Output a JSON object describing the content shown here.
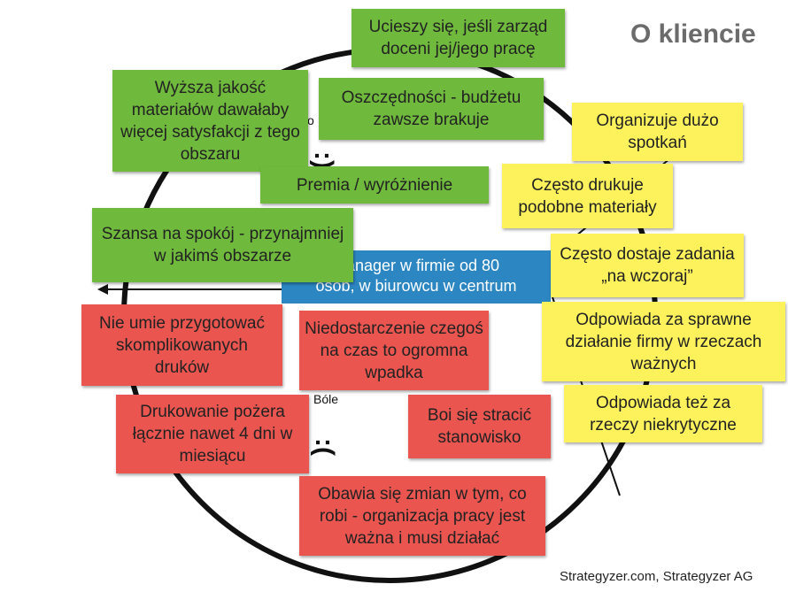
{
  "header": {
    "title": "O kliencie"
  },
  "footer": {
    "credit": "Strategyzer.com, Strategyzer AG"
  },
  "labels": {
    "gains_fragment": "o",
    "pains": "Bóle"
  },
  "profile": {
    "line1": "manager w firmie od 80",
    "line2": "osób, w biurowcu w centrum"
  },
  "gains": [
    "Ucieszy się, jeśli zarząd doceni jej/jego pracę",
    "Wyższa jakość materiałów dawałaby więcej satysfakcji z tego obszaru",
    "Oszczędności - budżetu zawsze brakuje",
    "Premia / wyróżnienie",
    "Szansa na spokój - przynajmniej w jakimś obszarze"
  ],
  "jobs": [
    "Organizuje dużo spotkań",
    "Często drukuje podobne materiały",
    "Często dostaje zadania „na wczoraj”",
    "Odpowiada za sprawne działanie firmy w rzeczach ważnych",
    "Odpowiada też za rzeczy niekrytyczne"
  ],
  "pains": [
    "Nie umie przygotować skomplikowanych druków",
    "Niedostarczenie czegoś na czas to ogromna wpadka",
    "Drukowanie pożera łącznie nawet 4 dni w miesiącu",
    "Boi się stracić stanowisko",
    "Obawia się zmian w tym, co robi - organizacja pracy jest ważna i musi działać"
  ],
  "colors": {
    "gain_note": "#6fba3c",
    "job_note": "#fdf25c",
    "pain_note": "#ea5550",
    "profile_box": "#2c86c1",
    "title": "#6b6b6b"
  },
  "icons": {
    "happy": "smiley-icon",
    "sad": "sad-face-icon",
    "arrow": "arrow-left-icon"
  }
}
